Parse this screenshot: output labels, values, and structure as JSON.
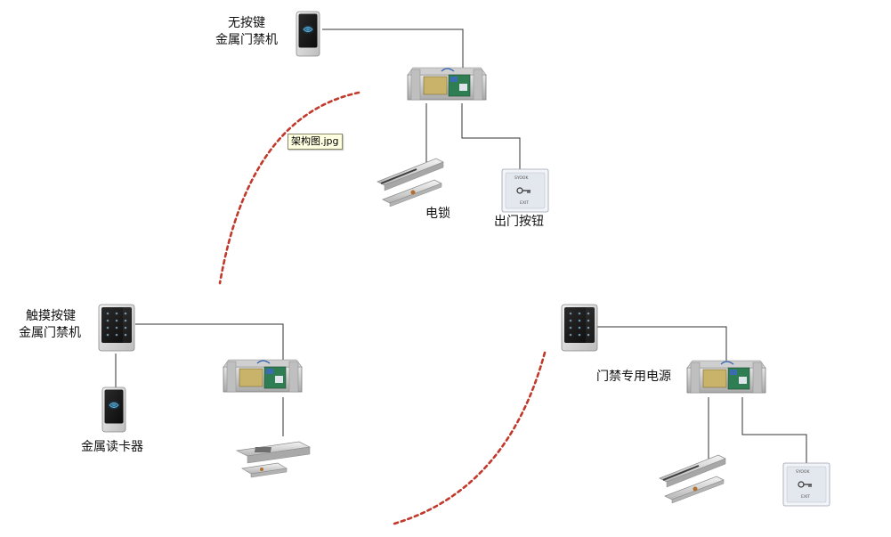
{
  "tooltip": {
    "filename": "架构图.jpg"
  },
  "top_system": {
    "reader_label_line1": "无按键",
    "reader_label_line2": "金属门禁机",
    "lock_label": "电锁",
    "exit_button_label": "出门按钮"
  },
  "left_system": {
    "keypad_label_line1": "触摸按键",
    "keypad_label_line2": "金属门禁机",
    "card_reader_label": "金属读卡器"
  },
  "right_system": {
    "power_supply_label": "门禁专用电源"
  },
  "exit_button_text": {
    "brand": "SYOOK",
    "caption": "EXIT"
  },
  "colors": {
    "wire": "#333333",
    "dashed_arc": "#c0392b",
    "device_body": "#d9d9d9",
    "reader_face": "#1b1b1b",
    "reader_glow": "#1f6f9f"
  }
}
